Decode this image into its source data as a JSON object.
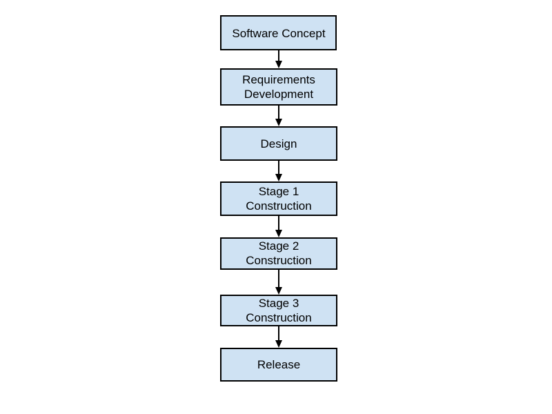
{
  "steps": [
    {
      "lines": [
        "Software Concept"
      ]
    },
    {
      "lines": [
        "Requirements",
        "Development"
      ]
    },
    {
      "lines": [
        "Design"
      ]
    },
    {
      "lines": [
        "Stage 1",
        "Construction"
      ]
    },
    {
      "lines": [
        "Stage 2",
        "Construction"
      ]
    },
    {
      "lines": [
        "Stage 3",
        "Construction"
      ]
    },
    {
      "lines": [
        "Release"
      ]
    }
  ],
  "colors": {
    "box_fill": "#cfe2f3",
    "box_stroke": "#000000",
    "arrow": "#000000"
  }
}
